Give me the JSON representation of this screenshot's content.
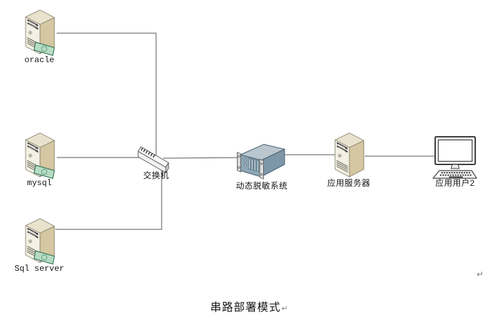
{
  "diagram": {
    "title": "串路部署模式",
    "paragraph_mark": "↵",
    "trailing_paragraph_mark": "↵",
    "nodes": {
      "oracle": {
        "label": "oracle",
        "type": "database-server"
      },
      "mysql": {
        "label": "mysql",
        "type": "database-server"
      },
      "sqlserver": {
        "label": "Sql server",
        "type": "database-server"
      },
      "switch": {
        "label": "交换机",
        "type": "network-switch"
      },
      "masking": {
        "label": "动态脱敏系统",
        "type": "rack-appliance"
      },
      "appserver": {
        "label": "应用服务器",
        "type": "application-server"
      },
      "appuser": {
        "label": "应用用户2",
        "type": "workstation"
      }
    },
    "edges": [
      {
        "from": "oracle",
        "to": "switch"
      },
      {
        "from": "mysql",
        "to": "switch"
      },
      {
        "from": "sqlserver",
        "to": "switch"
      },
      {
        "from": "switch",
        "to": "masking"
      },
      {
        "from": "masking",
        "to": "appserver"
      },
      {
        "from": "appserver",
        "to": "appuser"
      }
    ],
    "colors": {
      "background": "#ffffff",
      "wire": "#565656",
      "server_top": "#e9e3cd",
      "server_front": "#f4f1e4",
      "server_side": "#d4c7a1",
      "card_green": "#b6dcc4",
      "appliance_top": "#bac7cf",
      "appliance_front": "#8ea7b6",
      "appliance_side": "#7d97a8"
    }
  }
}
